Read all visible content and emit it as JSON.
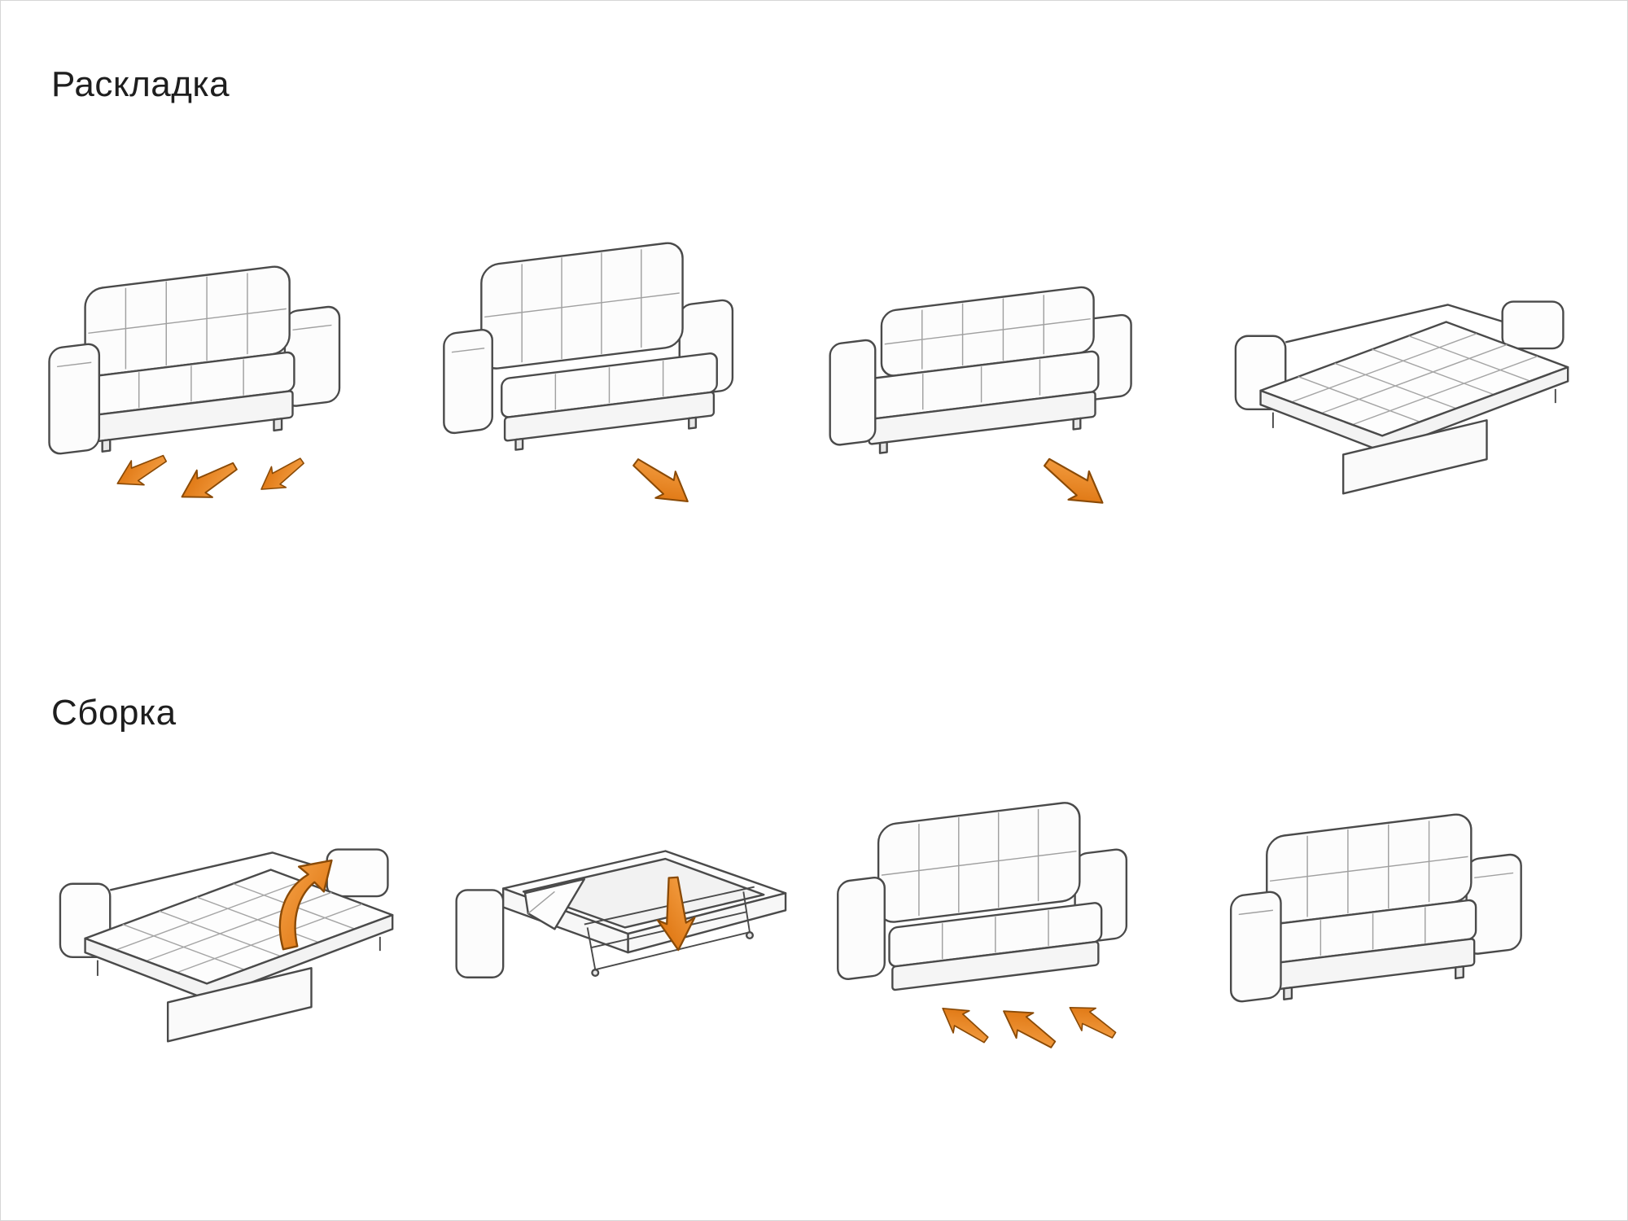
{
  "page": {
    "background": "#ffffff",
    "border_color": "#d6d6d6"
  },
  "colors": {
    "arrow": "#E8790F",
    "arrow_gradient_start": "#F7A44A",
    "arrow_gradient_end": "#DA6E08",
    "outline": "#4a4a4a",
    "seam": "#a0a0a0",
    "title_text": "#1e1e1e"
  },
  "sections": [
    {
      "id": "unfold",
      "title": "Раскладка",
      "steps": [
        {
          "name": "closed-sofa",
          "icon": "sofa-closed-illustration",
          "arrows": {
            "count": 3,
            "direction": "down-left"
          }
        },
        {
          "name": "seat-pulled-forward",
          "icon": "sofa-seat-extended-illustration",
          "arrows": {
            "count": 1,
            "direction": "down-right"
          }
        },
        {
          "name": "backrest-folding-down",
          "icon": "sofa-backrest-lowered-illustration",
          "arrows": {
            "count": 1,
            "direction": "down-right"
          }
        },
        {
          "name": "bed-fully-unfolded",
          "icon": "flat-bed-illustration",
          "arrows": {
            "count": 0,
            "direction": "none"
          }
        }
      ]
    },
    {
      "id": "fold",
      "title": "Сборка",
      "steps": [
        {
          "name": "bed-lift-edge",
          "icon": "flat-bed-illustration",
          "arrows": {
            "count": 1,
            "direction": "curved-up"
          }
        },
        {
          "name": "frame-folding-in",
          "icon": "open-frame-illustration",
          "arrows": {
            "count": 1,
            "direction": "down"
          }
        },
        {
          "name": "seat-pushing-back-in",
          "icon": "sofa-seat-extended-illustration",
          "arrows": {
            "count": 3,
            "direction": "up-left"
          }
        },
        {
          "name": "closed-sofa",
          "icon": "sofa-closed-illustration",
          "arrows": {
            "count": 0,
            "direction": "none"
          }
        }
      ]
    }
  ]
}
